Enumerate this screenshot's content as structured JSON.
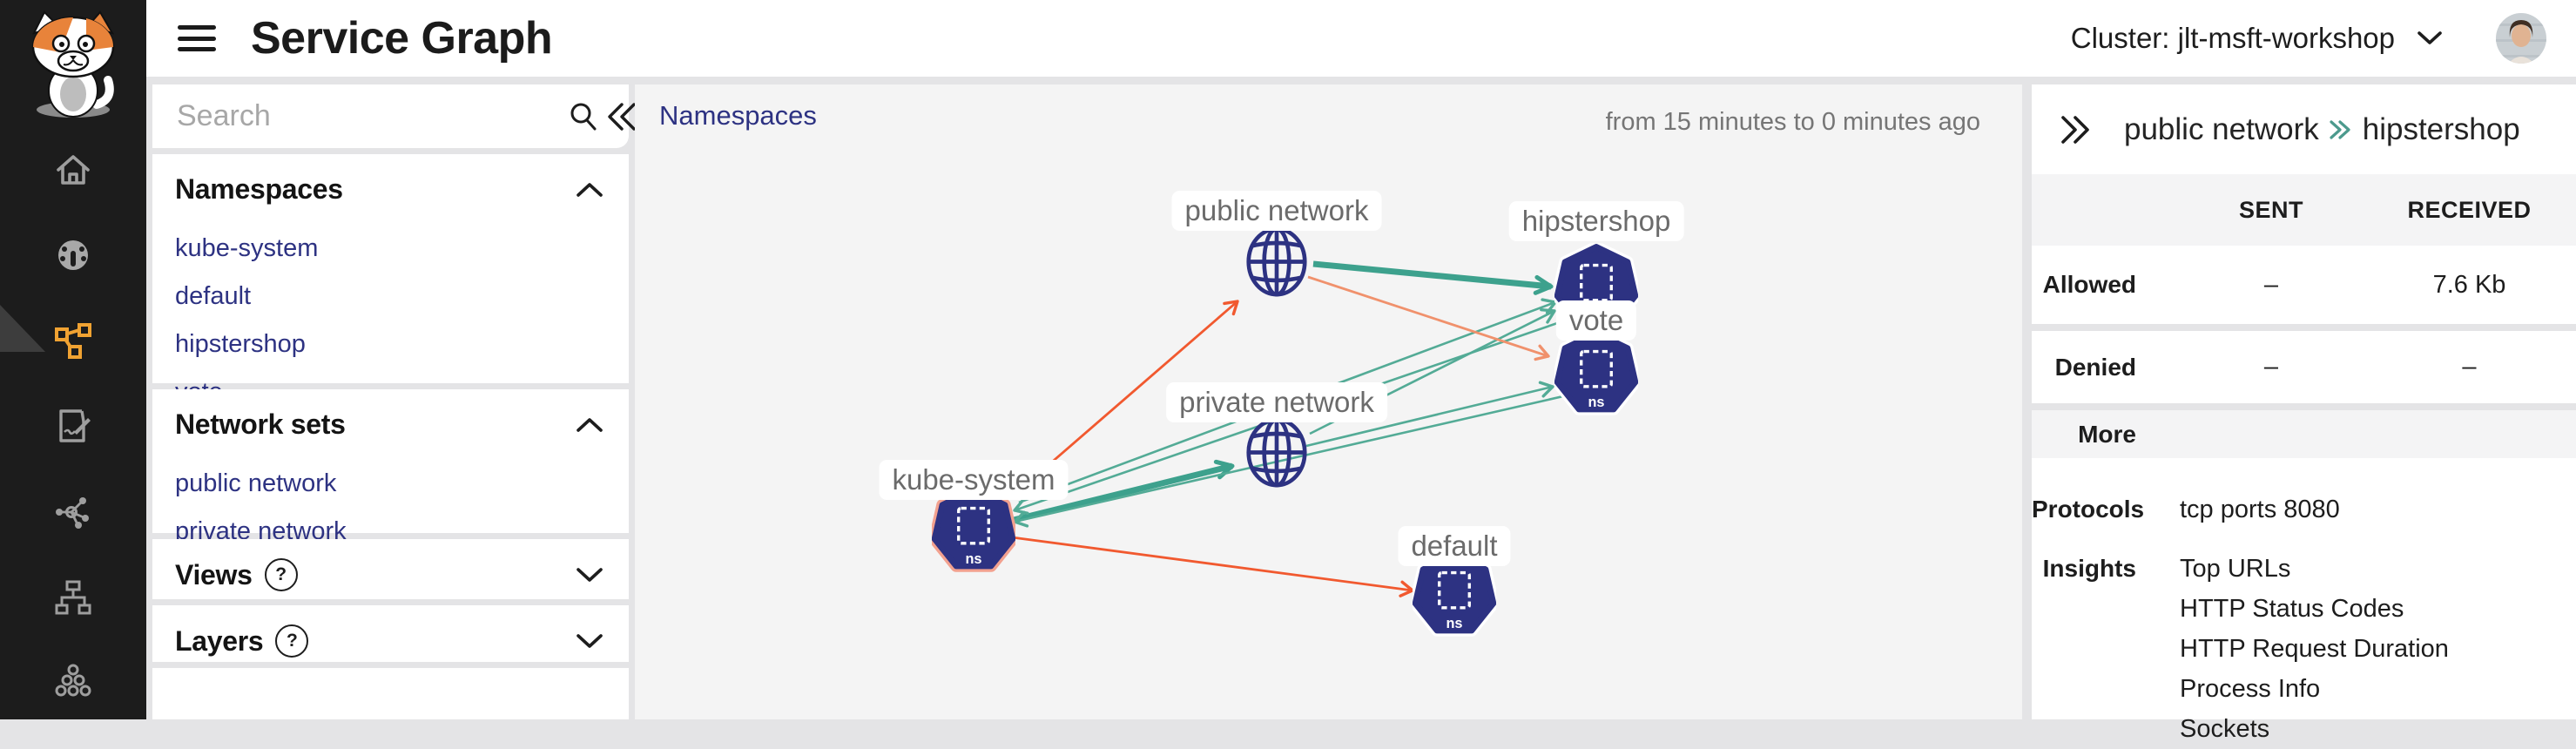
{
  "app": {
    "title": "Service Graph",
    "cluster_label": "Cluster: jlt-msft-workshop"
  },
  "rail": {
    "icons": [
      "home",
      "dashboard",
      "service-graph",
      "reports",
      "integrations",
      "hierarchy",
      "clusters"
    ],
    "active_icon": "service-graph"
  },
  "sidebar": {
    "search_placeholder": "Search",
    "help_glyph": "?",
    "sections": [
      {
        "label": "Namespaces",
        "expanded": true,
        "items": [
          "kube-system",
          "default",
          "hipstershop",
          "vote"
        ]
      },
      {
        "label": "Network sets",
        "expanded": true,
        "items": [
          "public network",
          "private network"
        ]
      },
      {
        "label": "Views",
        "expanded": false,
        "has_help": true
      },
      {
        "label": "Layers",
        "expanded": false,
        "has_help": true
      }
    ]
  },
  "graph": {
    "area_label": "Namespaces",
    "time_range": "from 15 minutes to 0 minutes ago",
    "ns_badge": "ns",
    "nodes": [
      {
        "id": "public-network",
        "label": "public network",
        "type": "network-set-globe"
      },
      {
        "id": "hipstershop",
        "label": "hipstershop",
        "type": "namespace"
      },
      {
        "id": "vote",
        "label": "vote",
        "type": "namespace"
      },
      {
        "id": "private-network",
        "label": "private network",
        "type": "network-set-globe"
      },
      {
        "id": "kube-system",
        "label": "kube-system",
        "type": "namespace",
        "highlighted": true
      },
      {
        "id": "default",
        "label": "default",
        "type": "namespace"
      }
    ],
    "edges": [
      {
        "from": "public network",
        "to": "hipstershop",
        "color": "teal",
        "weight": "thick"
      },
      {
        "from": "kube-system",
        "to": "private network",
        "color": "teal",
        "weight": "thick"
      },
      {
        "from": "private network",
        "to": "hipstershop",
        "color": "teal",
        "weight": "thin"
      },
      {
        "from": "hipstershop",
        "to": "kube-system",
        "color": "teal",
        "weight": "thin"
      },
      {
        "from": "vote",
        "to": "kube-system",
        "color": "teal",
        "weight": "thin"
      },
      {
        "from": "kube-system",
        "to": "hipstershop",
        "color": "teal",
        "weight": "thin"
      },
      {
        "from": "private network",
        "to": "vote",
        "color": "teal",
        "weight": "thin"
      },
      {
        "from": "kube-system",
        "to": "public network",
        "color": "orange",
        "weight": "thin"
      },
      {
        "from": "public network",
        "to": "vote",
        "color": "salmon",
        "weight": "thin"
      },
      {
        "from": "kube-system",
        "to": "default",
        "color": "orange",
        "weight": "thin"
      }
    ]
  },
  "details": {
    "breadcrumb": {
      "first": "public network",
      "second": "hipstershop"
    },
    "table": {
      "col_sent": "SENT",
      "col_received": "RECEIVED",
      "rows": [
        {
          "label": "Allowed",
          "sent": "–",
          "received": "7.6 Kb"
        },
        {
          "label": "Denied",
          "sent": "–",
          "received": "–"
        }
      ]
    },
    "more_label": "More",
    "protocols_label": "Protocols",
    "protocols_value": "tcp ports 8080",
    "insights_label": "Insights",
    "insights": [
      "Top URLs",
      "HTTP Status Codes",
      "HTTP Request Duration",
      "Process Info",
      "Sockets"
    ]
  },
  "colors": {
    "indigo": "#2d3282",
    "teal_thick": "#3da18d",
    "teal_thin": "#53ab96",
    "orange": "#f1592f",
    "salmon": "#f0916c",
    "rail_bg": "#1c1c1c",
    "active_icon": "#f0a232",
    "graph_bg": "#f4f4f4",
    "kube_highlight": "#f2a18f"
  }
}
